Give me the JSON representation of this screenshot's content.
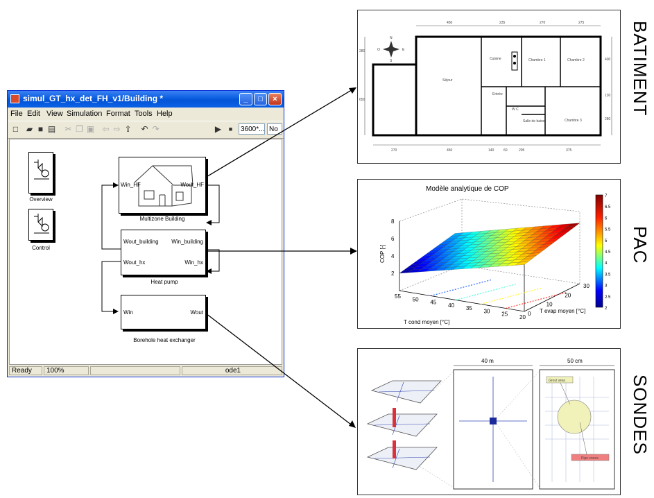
{
  "window": {
    "title": "simul_GT_hx_det_FH_v1/Building *",
    "menus": [
      "File",
      "Edit",
      "View",
      "Simulation",
      "Format",
      "Tools",
      "Help"
    ],
    "stop_time": "3600*...",
    "solver": "No",
    "status": {
      "state": "Ready",
      "zoom": "100%",
      "solver": "ode1"
    }
  },
  "model": {
    "subsystems": {
      "overview": "Overview",
      "control": "Control"
    },
    "building": {
      "label": "Multizone Building",
      "in": "Win_HF",
      "out": "Wout_HF"
    },
    "heat_pump": {
      "label": "Heat pump",
      "in_building": "Win_building",
      "out_building": "Wout_building",
      "in_hx": "Win_hx",
      "out_hx": "Wout_hx"
    },
    "borehole": {
      "label": "Borehole heat exchanger",
      "in": "Win",
      "out": "Wout"
    }
  },
  "labels": {
    "batiment": "BATIMENT",
    "pac": "PAC",
    "sondes": "SONDES"
  },
  "floorplan": {
    "rooms": {
      "sejour": "Séjour",
      "cuisine": "Cuisine",
      "chambre1": "Chambre 1",
      "chambre2": "Chambre 2",
      "chambre3": "Chambre 3",
      "entree": "Entrée",
      "wc": "W C",
      "sdb": "Salle de bains"
    },
    "dims_top": [
      "450",
      "235",
      "270",
      "275"
    ],
    "dims_bottom": [
      "270",
      "450",
      "140",
      "60",
      "205",
      "375"
    ],
    "dims_left": [
      "280",
      "650"
    ],
    "dims_right": [
      "400",
      "130",
      "280"
    ],
    "compass": {
      "n": "N",
      "s": "S",
      "e": "E",
      "o": "O"
    }
  },
  "chart_data": {
    "type": "surface",
    "title": "Modèle analytique de COP",
    "zlabel": "COP [-]",
    "xlabel": "T cond moyen [°C]",
    "ylabel": "T evap moyen [°C]",
    "x_ticks": [
      "55",
      "50",
      "45",
      "40",
      "35",
      "30",
      "25",
      "20"
    ],
    "y_ticks": [
      "0",
      "10",
      "20",
      "30"
    ],
    "z_ticks": [
      "2",
      "4",
      "6",
      "8"
    ],
    "colorbar_ticks": [
      "7",
      "6.5",
      "6",
      "5.5",
      "5",
      "4.5",
      "4",
      "3.5",
      "3",
      "2.5",
      "2"
    ],
    "xlim": [
      20,
      55
    ],
    "ylim": [
      0,
      30
    ],
    "zlim": [
      0,
      8
    ],
    "clim": [
      2,
      7
    ],
    "surface_corners": [
      {
        "t_cond": 55,
        "t_evap": 0,
        "cop": 2
      },
      {
        "t_cond": 20,
        "t_evap": 0,
        "cop": 5.4
      },
      {
        "t_cond": 55,
        "t_evap": 30,
        "cop": 3.4
      },
      {
        "t_cond": 20,
        "t_evap": 30,
        "cop": 7
      }
    ]
  },
  "sondes": {
    "dim_40": "40 m",
    "dim_50": "50 cm",
    "grout": "Grout area",
    "pipe": "Pipe zones"
  }
}
